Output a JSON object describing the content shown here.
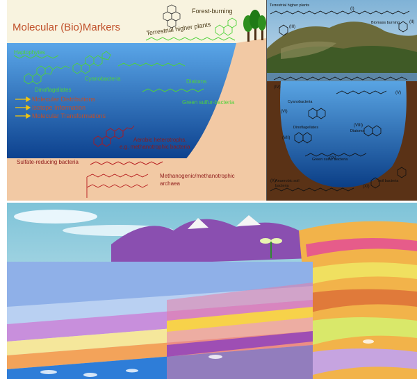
{
  "left_panel": {
    "title": "Molecular (Bio)Markers",
    "labels": {
      "forest_burning": "Forest-burning",
      "terrestrial_higher_plants": "Terrestrial higher plants",
      "haptophytes": "Haptophytes",
      "cyanobacteria": "Cyanobacteria",
      "diatoms": "Diatoms",
      "dinoflagellates": "Dinoflagellates",
      "green_sulfur_bacteria": "Green sulfur-bacteria",
      "aerobic_heterotrophs": "Aerobic heterotrophs,",
      "aerobic_heterotrophs_2": "e.g. methanotrophic bacteria",
      "sulfate_reducing": "Sulfate-reducing bacteria",
      "methanogenic": "Methanogenic/methanotrophic",
      "methanogenic_2": "archaea"
    },
    "info_items": [
      "Molecular Distributions",
      "Isotope Information",
      "Molecular Transformations"
    ]
  },
  "right_panel": {
    "labels": {
      "terrestrial_higher_plants": "Terrestrial higher plants",
      "biomass_burning": "Biomass burning",
      "cyanobacteria": "Cyanobacteria",
      "dinoflagellates": "Dinoflagellates",
      "diatoms": "Diatoms",
      "green_sulfur_bacteria": "Green sulfur bacteria",
      "anaerobic_soil_bacteria": "Anaerobic soil",
      "anaerobic_soil_bacteria_2": "bacteria",
      "soil_bacteria": "soil bacteria"
    },
    "roman_numerals": [
      "(I)",
      "(II)",
      "(III)",
      "(IV)",
      "(V)",
      "(VI)",
      "(VII)",
      "(VIII)",
      "(IX)",
      "(X)",
      "(XI)"
    ]
  },
  "colors": {
    "sky": "#f8f3df",
    "water_top": "#5aa6e8",
    "water_bottom": "#0b3f8c",
    "seafloor": "#f2c9a4",
    "title": "#c0502a",
    "green_label": "#4fd23a",
    "dark_red_label": "#8e1a1a",
    "info_text": "#c0502a",
    "right_water_top": "#59a4e3",
    "right_water_bottom": "#0b3e86",
    "right_soil": "#5a3216"
  }
}
